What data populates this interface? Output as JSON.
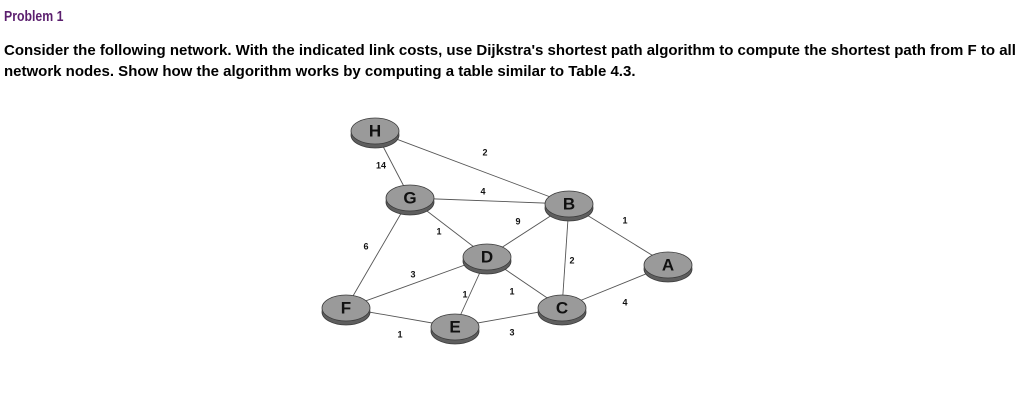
{
  "problem": {
    "title": "Problem 1",
    "text": "Consider the following network. With the indicated link costs, use Dijkstra's shortest path algorithm to compute the shortest path from F to all network nodes. Show how the algorithm works by computing a table similar to Table 4.3."
  },
  "colors": {
    "title": "#5b1f6e",
    "node_fill": "#9a9a9a",
    "node_shadow": "#5e5e5e",
    "node_outline": "#3a3a3a",
    "edge": "#555555"
  },
  "graph": {
    "nodes": [
      "H",
      "G",
      "B",
      "D",
      "A",
      "F",
      "C",
      "E"
    ],
    "edges": [
      {
        "from": "H",
        "to": "G",
        "cost": "14"
      },
      {
        "from": "H",
        "to": "B",
        "cost": "2"
      },
      {
        "from": "G",
        "to": "B",
        "cost": "4"
      },
      {
        "from": "G",
        "to": "D",
        "cost": "1"
      },
      {
        "from": "G",
        "to": "F",
        "cost": "6"
      },
      {
        "from": "B",
        "to": "D",
        "cost": "9"
      },
      {
        "from": "B",
        "to": "C",
        "cost": "2"
      },
      {
        "from": "B",
        "to": "A",
        "cost": "1"
      },
      {
        "from": "D",
        "to": "F",
        "cost": "3"
      },
      {
        "from": "D",
        "to": "E",
        "cost": "1"
      },
      {
        "from": "D",
        "to": "C",
        "cost": "1"
      },
      {
        "from": "F",
        "to": "E",
        "cost": "1"
      },
      {
        "from": "E",
        "to": "C",
        "cost": "3"
      },
      {
        "from": "C",
        "to": "A",
        "cost": "4"
      }
    ]
  }
}
